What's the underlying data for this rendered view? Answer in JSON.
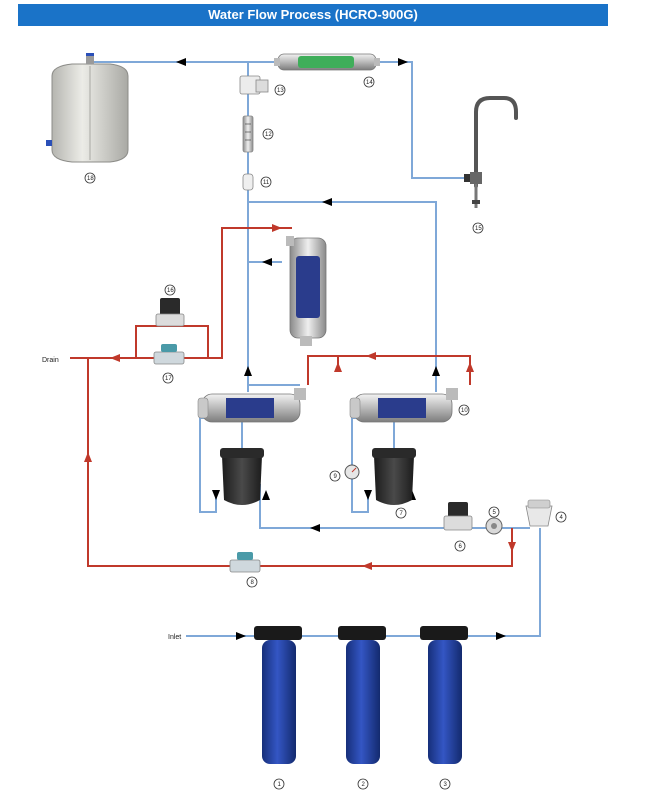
{
  "title": "Water Flow Process (HCRO-900G)",
  "labels": {
    "drain": "Drain",
    "inlet": "Inlet"
  },
  "component_numbers": [
    "1",
    "2",
    "3",
    "4",
    "5",
    "6",
    "7",
    "8",
    "9",
    "10",
    "11",
    "12",
    "13",
    "14",
    "15",
    "16",
    "17",
    "18"
  ],
  "colors": {
    "banner": "#1a73c8",
    "water_line": "#7fa8d8",
    "drain_line": "#c0392b",
    "filter_housing": "#1f3f9a",
    "membrane_core": "#2a3c8c",
    "post_filter": "#3fae5a",
    "tank": "#d9d9d4"
  }
}
